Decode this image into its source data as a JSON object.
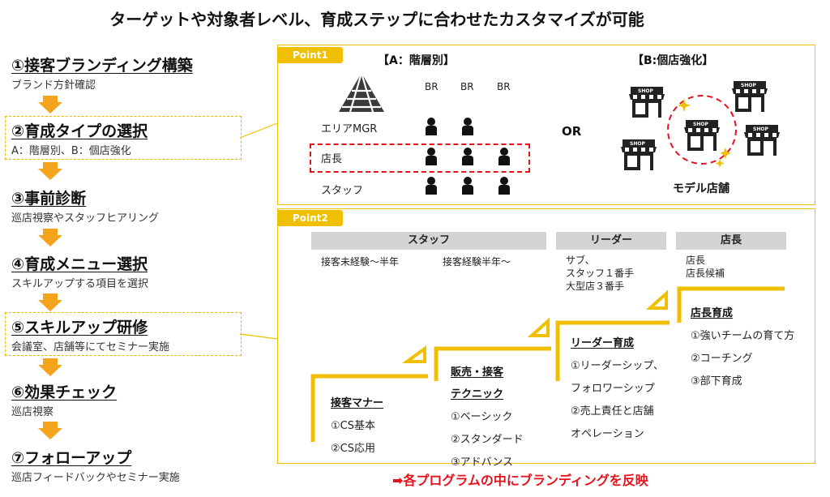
{
  "headline": "ターゲットや対象者レベル、育成ステップに合わせたカスタマイズが可能",
  "steps": [
    {
      "title": "①接客ブランディング構築",
      "desc": "ブランド方針確認"
    },
    {
      "title": "②育成タイプの選択",
      "desc": "A：階層別、B：個店強化"
    },
    {
      "title": "③事前診断",
      "desc": "巡店視察やスタッフヒアリング"
    },
    {
      "title": "④育成メニュー選択",
      "desc": "スキルアップする項目を選択"
    },
    {
      "title": "⑤スキルアップ研修",
      "desc": "会議室、店舗等にてセミナー実施"
    },
    {
      "title": "⑥効果チェック",
      "desc": "巡店視察"
    },
    {
      "title": "⑦フォローアップ",
      "desc": "巡店フィードバックやセミナー実施"
    }
  ],
  "point1": {
    "tag": "Point1",
    "a_title": "【A：階層別】",
    "b_title": "【B:個店強化】",
    "br_labels": [
      "BR",
      "BR",
      "BR"
    ],
    "levels": [
      "エリアMGR",
      "店長",
      "スタッフ"
    ],
    "or_label": "OR",
    "shop_label": "SHOP",
    "model_store": "モデル店舗"
  },
  "point2": {
    "tag": "Point2",
    "bars": {
      "staff": "スタッフ",
      "leader": "リーダー",
      "manager": "店長"
    },
    "staff_sub1": "接客未経験～半年",
    "staff_sub2": "接客経験半年～",
    "leader_sub": [
      "サブ、",
      "スタッフ１番手",
      "大型店３番手"
    ],
    "manager_sub": [
      "店長",
      "店長候補"
    ],
    "menus": [
      {
        "title": "接客マナー",
        "items": [
          "①CS基本",
          "②CS応用"
        ]
      },
      {
        "title": "販売・接客テクニック",
        "title_lines": [
          "販売・接客",
          "テクニック"
        ],
        "items": [
          "①ベーシック",
          "②スタンダード",
          "③アドバンス"
        ]
      },
      {
        "title": "リーダー育成",
        "items": [
          "①リーダーシップ、",
          "フォロワーシップ",
          "②売上責任と店舗",
          "オペレーション"
        ]
      },
      {
        "title": "店長育成",
        "items": [
          "①強いチームの育て方",
          "②コーチング",
          "③部下育成"
        ]
      }
    ]
  },
  "footer": "➡各プログラムの中にブランディングを反映",
  "colors": {
    "accent": "#f0c000",
    "arrow": "#f4a31c",
    "red": "#e5121c",
    "bar": "#d4d4d4"
  }
}
